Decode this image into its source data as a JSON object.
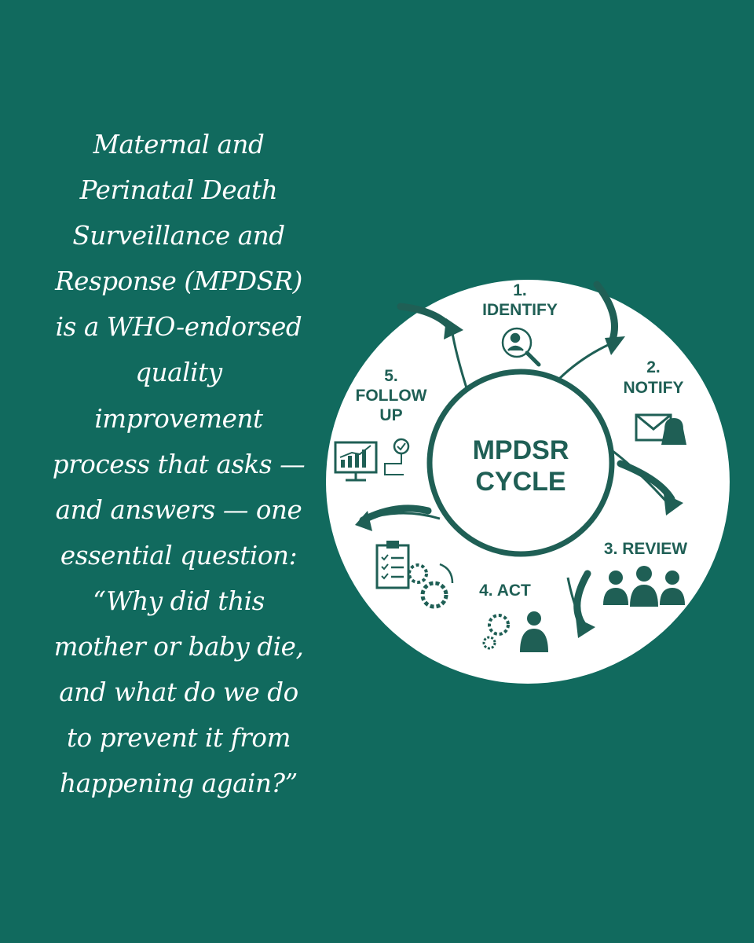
{
  "text": {
    "lines": [
      "Maternal and",
      "Perinatal Death",
      "Surveillance and",
      "Response (MPDSR)",
      "is a WHO-endorsed",
      "quality",
      "improvement",
      "process that asks —",
      "and answers — one",
      "essential question:",
      "“Why did this",
      "mother or baby die,",
      "and what do we do",
      "to prevent it from",
      "happening again?”"
    ]
  },
  "cycle": {
    "center": [
      "MPDSR",
      "CYCLE"
    ],
    "stages": [
      {
        "num": "1.",
        "label": "IDENTIFY",
        "icon": "magnifier-mother-icon"
      },
      {
        "num": "2.",
        "label": "NOTIFY",
        "icon": "envelope-bell-icon"
      },
      {
        "label": "3. REVIEW",
        "icon": "medical-team-icon"
      },
      {
        "label": "4. ACT",
        "icon": "gears-nurse-icon"
      },
      {
        "num": "5.",
        "label": "FOLLOW",
        "label2": "UP",
        "icon": "monitor-chart-icon"
      }
    ],
    "extra_icon": "clipboard-gears-icon"
  },
  "colors": {
    "background": "#116a5e",
    "circle": "#ffffff",
    "accent": "#1f5f55",
    "text": "#ffffff"
  }
}
